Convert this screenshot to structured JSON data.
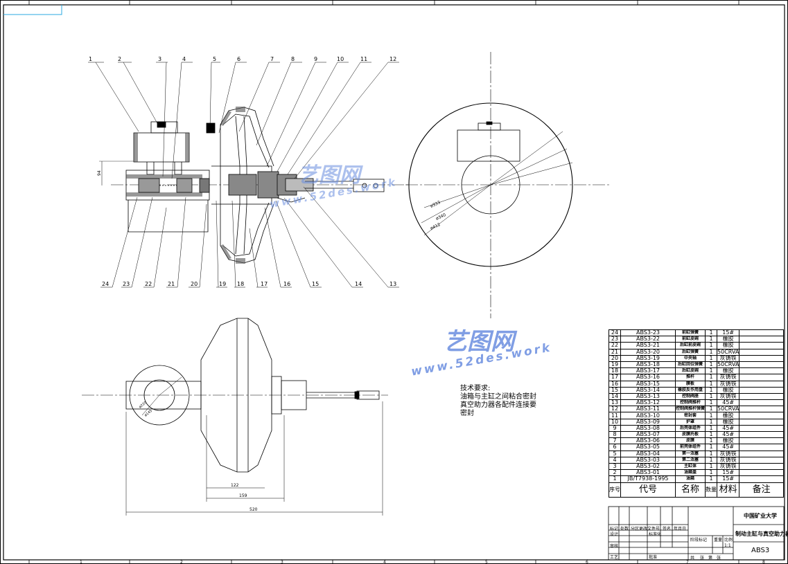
{
  "watermark": {
    "site_cn": "艺图网",
    "site_url": "www.52des.work"
  },
  "balloons_top": [
    "1",
    "2",
    "3",
    "4",
    "5",
    "6",
    "7",
    "8",
    "9",
    "10",
    "11",
    "12"
  ],
  "balloons_bottom": [
    "24",
    "23",
    "22",
    "21",
    "20",
    "19",
    "18",
    "17",
    "16",
    "15",
    "14",
    "13"
  ],
  "dimensions": {
    "front_height": "94",
    "d1": "ø333",
    "d2": "ø340",
    "d3": "ø412",
    "d4": "ø220",
    "d5": "ø145",
    "len1": "122",
    "len2": "159",
    "len3": "520"
  },
  "tech_notes": {
    "title": "技术要求:",
    "lines": [
      "油箱与主缸之间粘合密封",
      "真空助力器各配件连接要",
      "密封"
    ]
  },
  "bom": {
    "rows": [
      [
        "24",
        "ABS3-23",
        "前缸弹簧",
        "1",
        "15#",
        ""
      ],
      [
        "23",
        "ABS3-22",
        "前缸皮碗",
        "1",
        "橡胶",
        ""
      ],
      [
        "22",
        "ABS3-21",
        "后缸前皮碗",
        "1",
        "橡胶",
        ""
      ],
      [
        "21",
        "ABS3-20",
        "后缸弹簧",
        "1",
        "50CRVA",
        ""
      ],
      [
        "20",
        "ABS3-19",
        "中央轴",
        "1",
        "灰铸铁",
        ""
      ],
      [
        "19",
        "ABS3-18",
        "后缸回位弹簧",
        "1",
        "50CRVA",
        ""
      ],
      [
        "18",
        "ABS3-17",
        "后缸皮碗",
        "1",
        "橡胶",
        ""
      ],
      [
        "17",
        "ABS3-16",
        "推杆",
        "1",
        "灰铸铁",
        ""
      ],
      [
        "16",
        "ABS3-15",
        "膜板",
        "1",
        "灰铸铁",
        ""
      ],
      [
        "15",
        "ABS3-14",
        "橡胶反作用盘",
        "1",
        "橡胶",
        ""
      ],
      [
        "14",
        "ABS3-13",
        "控制阀座",
        "1",
        "灰铸铁",
        ""
      ],
      [
        "13",
        "ABS3-12",
        "控制阀推杆",
        "1",
        "45#",
        ""
      ],
      [
        "12",
        "ABS3-11",
        "控制阀推杆弹簧",
        "1",
        "50CRVA",
        ""
      ],
      [
        "11",
        "ABS3-10",
        "密封套",
        "1",
        "橡胶",
        ""
      ],
      [
        "10",
        "ABS3-09",
        "护罩",
        "1",
        "橡胶",
        ""
      ],
      [
        "9",
        "ABS3-08",
        "后壳体组件",
        "1",
        "45#",
        ""
      ],
      [
        "8",
        "ABS3-07",
        "皮膜托板",
        "1",
        "45#",
        ""
      ],
      [
        "7",
        "ABS3-06",
        "皮膜",
        "1",
        "橡胶",
        ""
      ],
      [
        "6",
        "ABS3-05",
        "前壳体组件",
        "1",
        "45#",
        ""
      ],
      [
        "5",
        "ABS3-04",
        "第一活塞",
        "1",
        "灰铸铁",
        ""
      ],
      [
        "4",
        "ABS3-03",
        "第二活塞",
        "1",
        "灰铸铁",
        ""
      ],
      [
        "3",
        "ABS3-02",
        "主缸体",
        "1",
        "灰铸铁",
        ""
      ],
      [
        "2",
        "ABS3-01",
        "油箱盖",
        "1",
        "15#",
        ""
      ],
      [
        "1",
        "JB/T7938-1995",
        "油箱",
        "1",
        "15#",
        ""
      ]
    ],
    "header": {
      "seq": "序号",
      "code": "代号",
      "name": "名称",
      "qty": "数量",
      "material": "材料",
      "remark": "备注"
    }
  },
  "title_block": {
    "university": "中国矿业大学",
    "drawing_title": "制动主缸与真空助力器",
    "drawing_no": "ABS3",
    "labels": [
      "标记",
      "处数",
      "分区",
      "更改文件号",
      "签名",
      "年月日",
      "设计",
      "工艺",
      "标准化",
      "审核",
      "批准",
      "阶段标记",
      "重量",
      "比例",
      "共",
      "张",
      "第",
      "张"
    ],
    "scale": "1:1"
  },
  "border_numbers": [
    "1",
    "2",
    "3",
    "4",
    "5",
    "6",
    "7",
    "8"
  ]
}
